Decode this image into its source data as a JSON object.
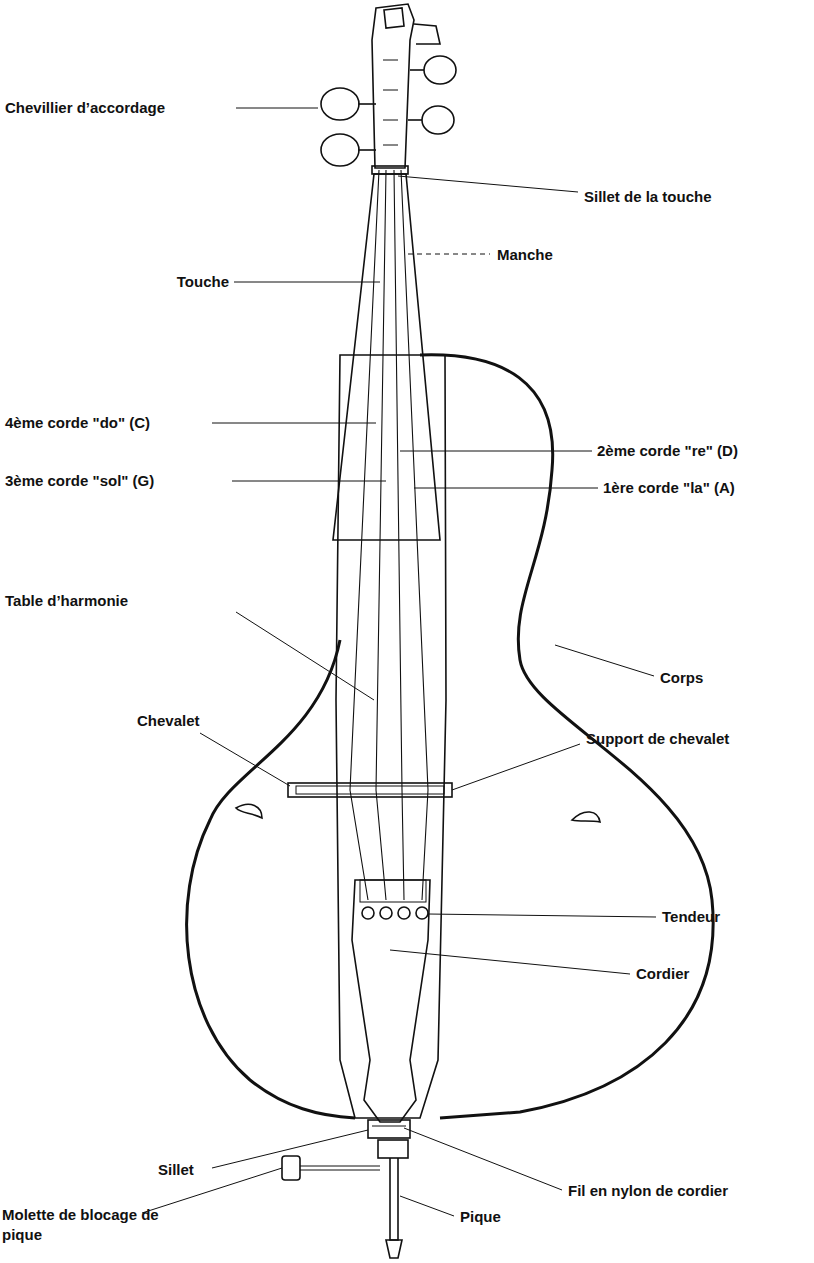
{
  "diagram": {
    "labels": [
      "Chevillier d’accordage",
      "Sillet de la touche",
      "Manche",
      "Touche",
      "4ème corde \"do\" (C)",
      "2ème corde \"re\" (D)",
      "3ème corde \"sol\" (G)",
      "1ère corde \"la\" (A)",
      "Table d’harmonie",
      "Corps",
      "Chevalet",
      "Support de chevalet",
      "Tendeur",
      "Cordier",
      "Sillet",
      "Fil en nylon de cordier",
      "Molette de blocage de pique",
      "Pique"
    ]
  }
}
